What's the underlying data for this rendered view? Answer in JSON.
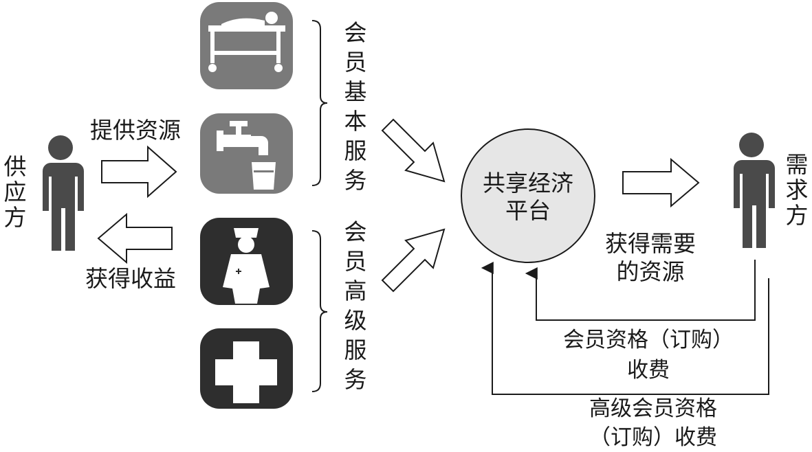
{
  "supplier": {
    "label": "供应方",
    "icon": "person-icon"
  },
  "demander": {
    "label": "需求方",
    "icon": "person-icon"
  },
  "flows": {
    "provide_resources": "提供资源",
    "get_income": "获得收益",
    "get_needed_resources": "获得需要的资源"
  },
  "services": {
    "basic": {
      "label": "会员基本服务",
      "icons": [
        "hospital-bed-icon",
        "water-tap-icon"
      ]
    },
    "premium": {
      "label": "会员高级服务",
      "icons": [
        "nurse-icon",
        "medical-cross-icon"
      ]
    }
  },
  "platform": {
    "line1": "共享经济",
    "line2": "平台"
  },
  "fees": {
    "membership": {
      "line1": "会员资格（订购）",
      "line2": "收费"
    },
    "premium_membership": {
      "line1": "高级会员资格",
      "line2": "（订购）收费"
    }
  },
  "colors": {
    "icon_tile": "#7a7a7a",
    "icon_tile_dark": "#2e2e2e",
    "person": "#4a4a4a",
    "platform_fill": "#e6e6e6",
    "line": "#1a1a1a"
  }
}
